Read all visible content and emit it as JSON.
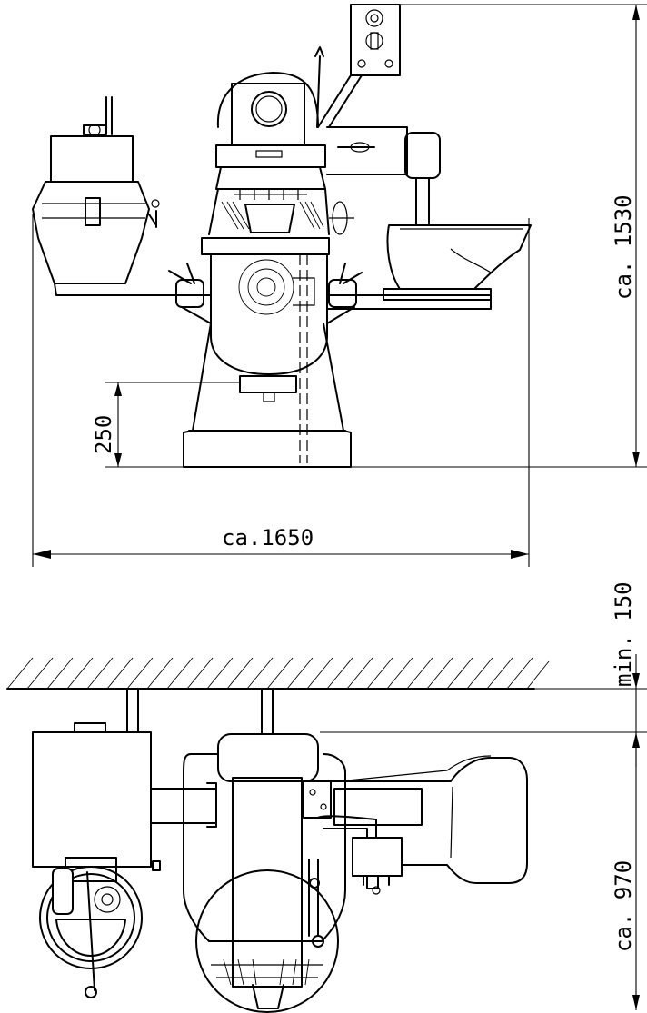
{
  "drawing": {
    "dimensions": {
      "width": "ca.1650",
      "height": "ca. 1530",
      "foot_height": "250",
      "wall_clearance": "min. 150",
      "depth": "ca. 970"
    }
  }
}
